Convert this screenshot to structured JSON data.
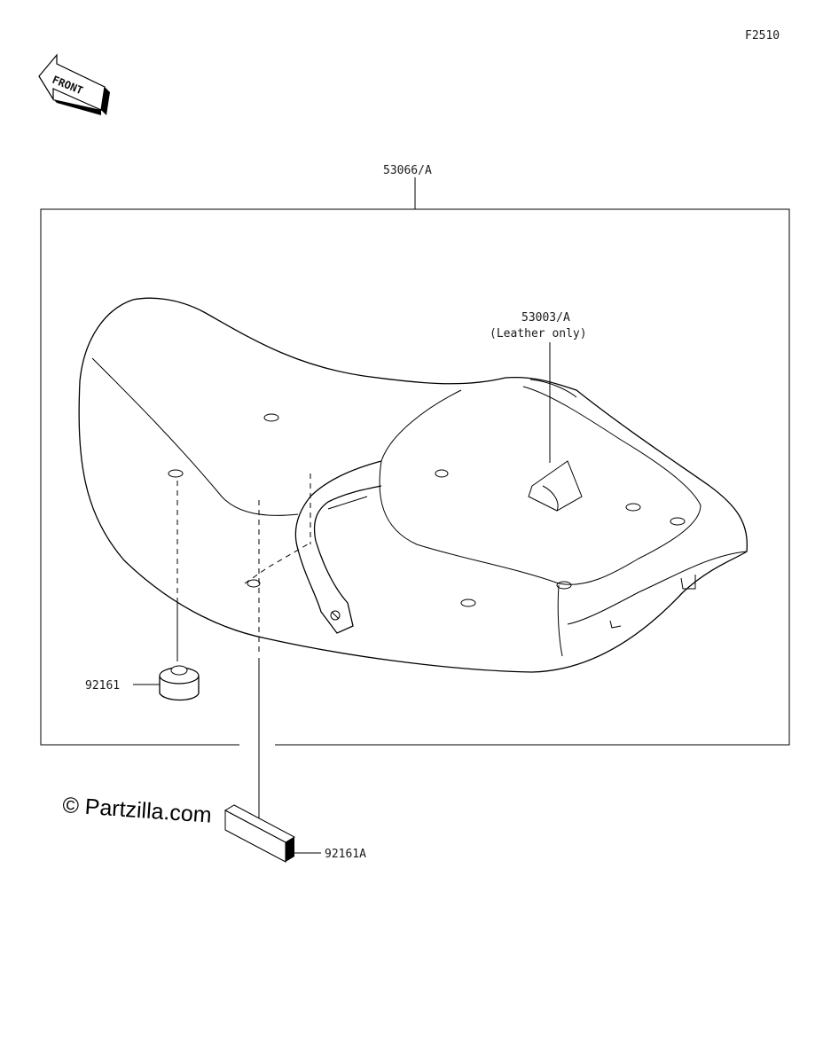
{
  "figure_code": "F2510",
  "front_arrow": {
    "text": "FRONT",
    "icon": "front-arrow-icon"
  },
  "parts": {
    "seat_assembly": "53066/A",
    "patch_number": "53003/A",
    "patch_note": "(Leather only)",
    "damper": "92161",
    "cushion_block": "92161A"
  },
  "watermark": "© Partzilla.com"
}
